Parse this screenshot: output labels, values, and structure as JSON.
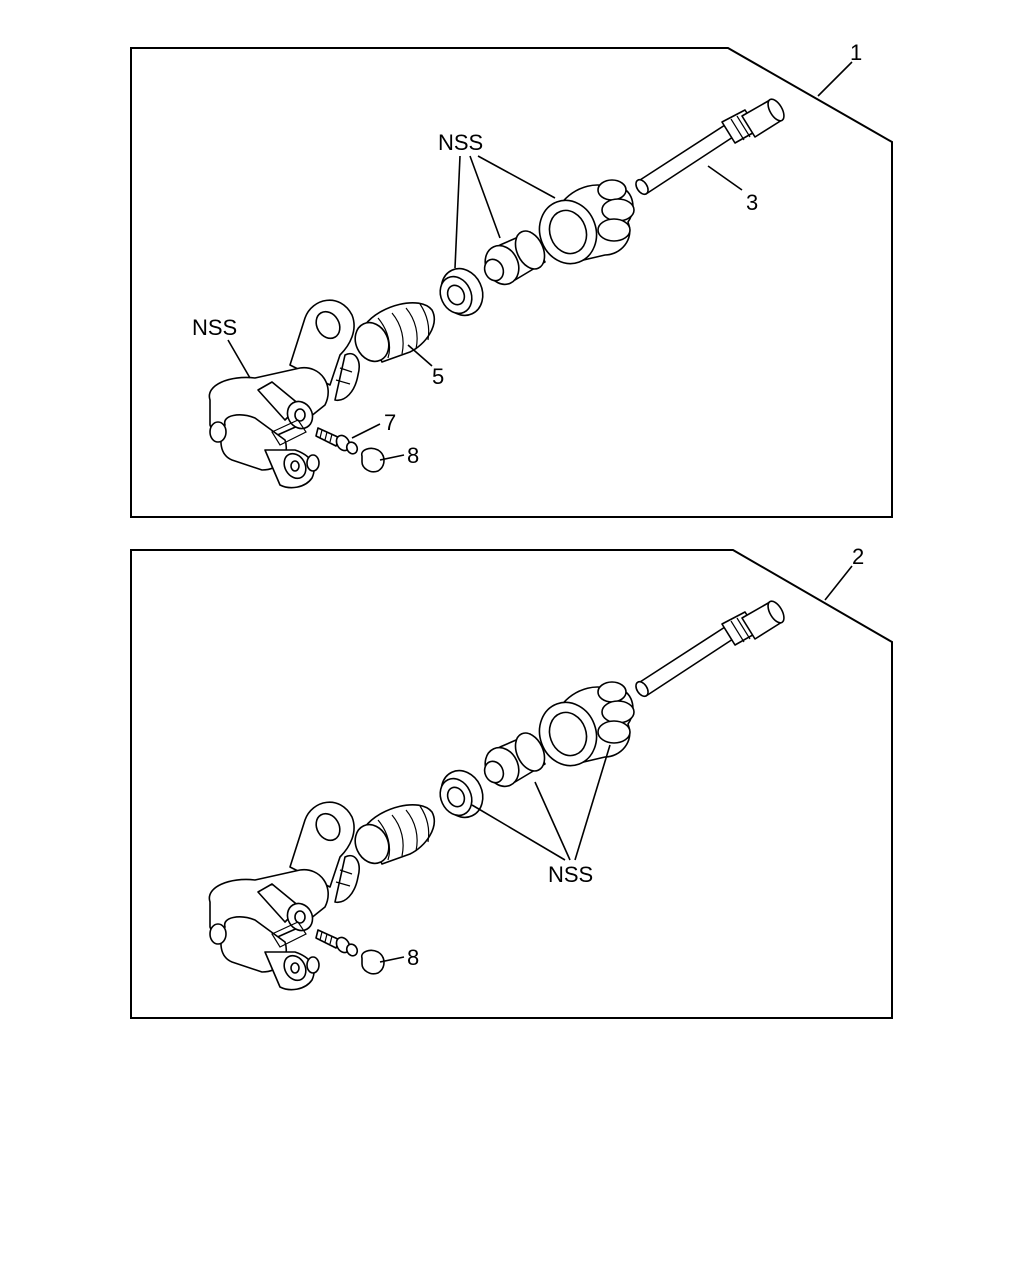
{
  "panels": [
    {
      "callout": "1",
      "labels": {
        "nss_top": "NSS",
        "nss_body": "NSS",
        "part_3": "3",
        "part_5": "5",
        "part_7": "7",
        "part_8": "8"
      }
    },
    {
      "callout": "2",
      "labels": {
        "nss": "NSS",
        "part_8": "8"
      }
    }
  ]
}
